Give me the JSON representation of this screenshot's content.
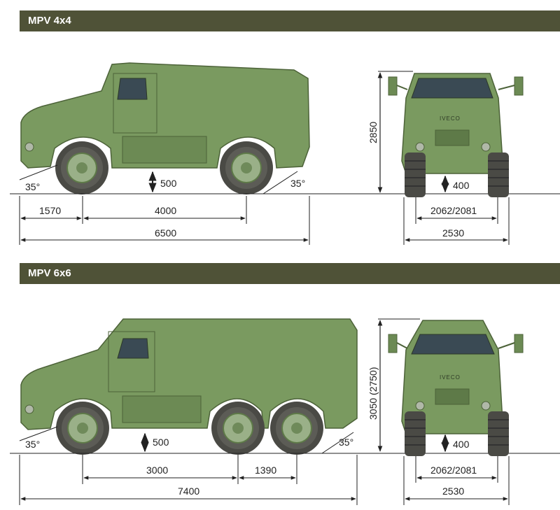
{
  "sections": [
    {
      "title": "MPV 4x4",
      "side": {
        "approach_angle": "35°",
        "departure_angle": "35°",
        "ground_clearance": "500",
        "front_overhang": "1570",
        "wheelbase": "4000",
        "overall_length": "6500"
      },
      "front": {
        "height": "2850",
        "ground_clearance": "400",
        "track": "2062/2081",
        "width": "2530"
      }
    },
    {
      "title": "MPV 6x6",
      "side": {
        "approach_angle": "35°",
        "departure_angle": "35°",
        "ground_clearance": "500",
        "wheelbase_1": "3000",
        "wheelbase_2": "1390",
        "overall_length": "7400"
      },
      "front": {
        "height": "3050 (2750)",
        "ground_clearance": "400",
        "track": "2062/2081",
        "width": "2530"
      }
    }
  ],
  "brand_mark": "IVECO",
  "colors": {
    "header_bg": "#4f5237",
    "body_green": "#7a9a60",
    "body_dark": "#5e7a48",
    "tyre": "#4a4a45",
    "hub": "#9ab088"
  }
}
